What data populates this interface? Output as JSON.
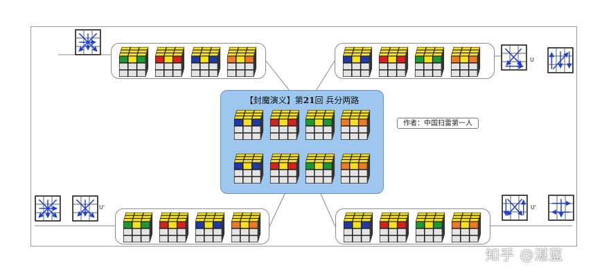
{
  "title_prefix": "【封魔演义】第",
  "title_number": "21",
  "title_suffix": "回 兵分两路",
  "author": "作者：中国扫雷第一人",
  "labels": {
    "u": "U",
    "u_prime": "U'"
  },
  "watermark": "知乎 @湛蓝",
  "colors": {
    "yellow": "#f7e21a",
    "blue": "#1e3ba8",
    "red": "#d8211c",
    "green": "#1a9a2f",
    "orange": "#f07a22",
    "white": "#e4e4e4",
    "arrow": "#1d3fd6",
    "panel": "#9dc7ee"
  },
  "center_cubes": [
    {
      "side": "blue"
    },
    {
      "side": "red"
    },
    {
      "side": "green"
    },
    {
      "side": "orange"
    },
    {
      "side": "blue"
    },
    {
      "side": "red"
    },
    {
      "side": "green"
    },
    {
      "side": "orange"
    }
  ],
  "groups": [
    {
      "name": "top-left",
      "cubes": [
        "green",
        "red",
        "blue",
        "orange"
      ]
    },
    {
      "name": "top-right",
      "cubes": [
        "blue",
        "red",
        "green",
        "orange"
      ]
    },
    {
      "name": "bottom-left",
      "cubes": [
        "green",
        "red",
        "blue",
        "orange"
      ]
    },
    {
      "name": "bottom-right",
      "cubes": [
        "blue",
        "red",
        "green",
        "orange"
      ]
    }
  ],
  "icons": {
    "cube": "rubiks-cube-icon",
    "permutation": "permutation-diagram-icon"
  }
}
